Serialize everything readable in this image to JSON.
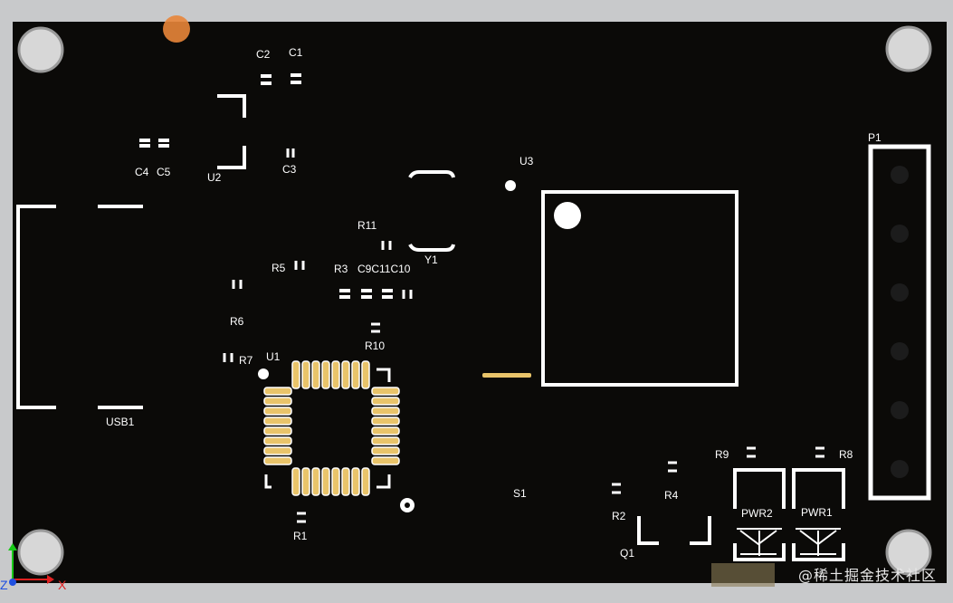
{
  "board": {
    "background": "#0b0a08",
    "silkscreen_color": "#ffffff",
    "pad_color": "#e9c46a",
    "mount_hole_color": "#d7d7d7"
  },
  "designators": {
    "c1": "C1",
    "c2": "C2",
    "c3": "C3",
    "c4": "C4",
    "c5": "C5",
    "u1": "U1",
    "u2": "U2",
    "u3": "U3",
    "y1": "Y1",
    "r1": "R1",
    "r2": "R2",
    "r3": "R3",
    "r4": "R4",
    "r5": "R5",
    "r6": "R6",
    "r7": "R7",
    "r8": "R8",
    "r9": "R9",
    "r10": "R10",
    "r11": "R11",
    "c9c11c10": "C9C11C10",
    "usb1": "USB1",
    "p1": "P1",
    "s1": "S1",
    "q1": "Q1",
    "pwr1": "PWR1",
    "pwr2": "PWR2"
  },
  "axes": {
    "x": "X",
    "z": "Z"
  },
  "watermark": "@稀土掘金技术社区"
}
